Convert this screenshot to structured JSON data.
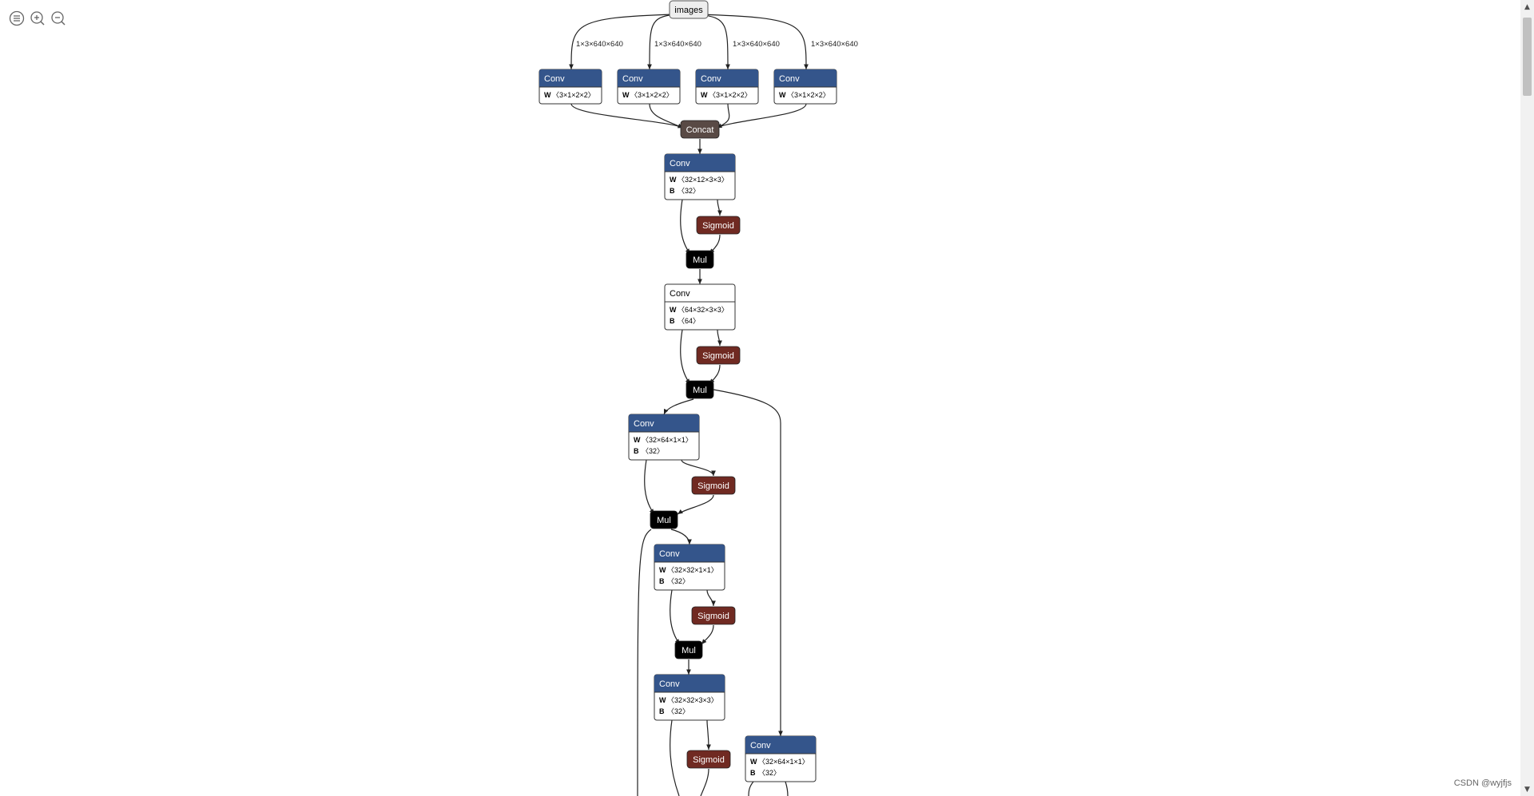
{
  "toolbar": {
    "icons": [
      "menu-icon",
      "zoom-in-icon",
      "zoom-out-icon"
    ]
  },
  "colors": {
    "conv": "#34558b",
    "concat": "#594a45",
    "sigmoid": "#702a22",
    "mul": "#000000",
    "edge": "#222222",
    "input_fill": "#eeeeee"
  },
  "input": {
    "label": "images"
  },
  "edge_labels": [
    "1×3×640×640",
    "1×3×640×640",
    "1×3×640×640",
    "1×3×640×640"
  ],
  "nodes": {
    "conv_split_0": {
      "label": "Conv",
      "weights": [
        {
          "key": "W",
          "value": "〈3×1×2×2〉"
        }
      ]
    },
    "conv_split_1": {
      "label": "Conv",
      "weights": [
        {
          "key": "W",
          "value": "〈3×1×2×2〉"
        }
      ]
    },
    "conv_split_2": {
      "label": "Conv",
      "weights": [
        {
          "key": "W",
          "value": "〈3×1×2×2〉"
        }
      ]
    },
    "conv_split_3": {
      "label": "Conv",
      "weights": [
        {
          "key": "W",
          "value": "〈3×1×2×2〉"
        }
      ]
    },
    "concat": {
      "label": "Concat"
    },
    "conv_1": {
      "label": "Conv",
      "weights": [
        {
          "key": "W",
          "value": "〈32×12×3×3〉"
        },
        {
          "key": "B",
          "value": "〈32〉"
        }
      ]
    },
    "sigmoid_1": {
      "label": "Sigmoid"
    },
    "mul_1": {
      "label": "Mul"
    },
    "conv_2": {
      "label": "Conv",
      "weights": [
        {
          "key": "W",
          "value": "〈64×32×3×3〉"
        },
        {
          "key": "B",
          "value": "〈64〉"
        }
      ]
    },
    "sigmoid_2": {
      "label": "Sigmoid"
    },
    "mul_2": {
      "label": "Mul"
    },
    "conv_3": {
      "label": "Conv",
      "weights": [
        {
          "key": "W",
          "value": "〈32×64×1×1〉"
        },
        {
          "key": "B",
          "value": "〈32〉"
        }
      ]
    },
    "sigmoid_3": {
      "label": "Sigmoid"
    },
    "mul_3": {
      "label": "Mul"
    },
    "conv_4": {
      "label": "Conv",
      "weights": [
        {
          "key": "W",
          "value": "〈32×32×1×1〉"
        },
        {
          "key": "B",
          "value": "〈32〉"
        }
      ]
    },
    "sigmoid_4": {
      "label": "Sigmoid"
    },
    "mul_4": {
      "label": "Mul"
    },
    "conv_5": {
      "label": "Conv",
      "weights": [
        {
          "key": "W",
          "value": "〈32×32×3×3〉"
        },
        {
          "key": "B",
          "value": "〈32〉"
        }
      ]
    },
    "sigmoid_5": {
      "label": "Sigmoid"
    },
    "conv_6": {
      "label": "Conv",
      "weights": [
        {
          "key": "W",
          "value": "〈32×64×1×1〉"
        },
        {
          "key": "B",
          "value": "〈32〉"
        }
      ]
    }
  },
  "watermark": "CSDN @wyjfjs"
}
